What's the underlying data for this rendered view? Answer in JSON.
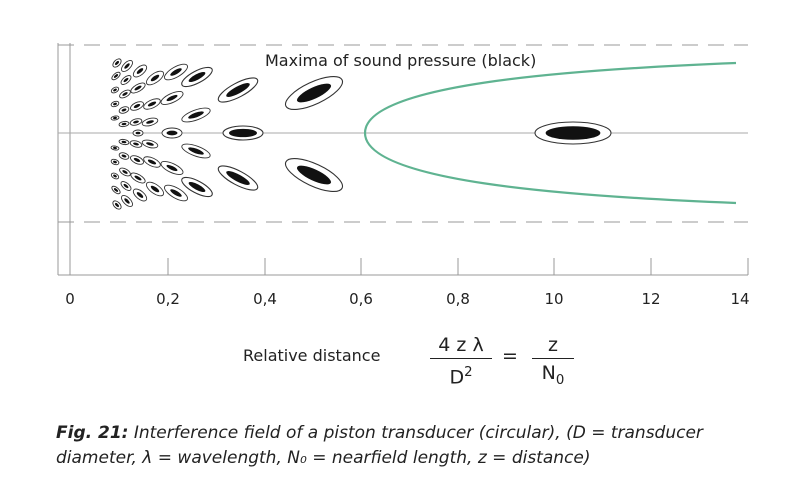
{
  "diagram": {
    "annotation": "Maxima of sound pressure (black)",
    "x_ticks": [
      "0",
      "0,2",
      "0,4",
      "0,6",
      "0,8",
      "10",
      "12",
      "14"
    ],
    "curve_color": "#5fb391",
    "lobe_fill": "#111111"
  },
  "formula": {
    "label": "Relative distance",
    "numerator": "4 z λ",
    "denominator_base": "D",
    "denominator_exp": "2",
    "equals": "=",
    "rhs_numerator": "z",
    "rhs_denominator_base": "N",
    "rhs_denominator_sub": "0"
  },
  "caption": {
    "figure_label": "Fig. 21:",
    "text": " Interference field of a piston transducer (circular), (D = transducer diameter, λ = wavelength, N₀ = nearfield length, z = distance)"
  }
}
